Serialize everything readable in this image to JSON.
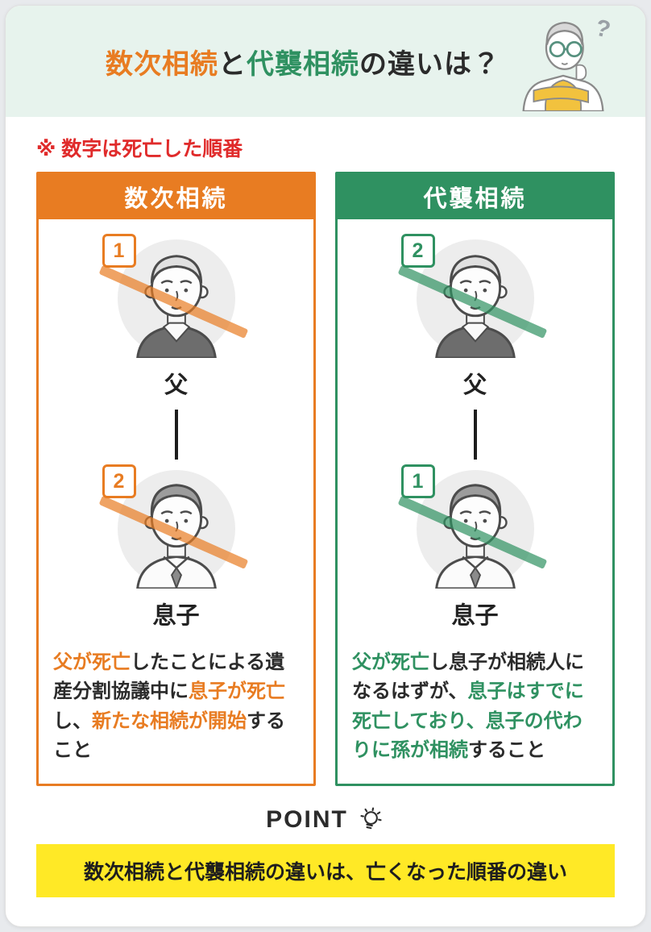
{
  "header": {
    "title_segments": [
      {
        "text": "数次相続",
        "color": "orange"
      },
      {
        "text": "と",
        "color": "dark"
      },
      {
        "text": "代襲相続",
        "color": "green"
      },
      {
        "text": "の違いは？",
        "color": "dark"
      }
    ],
    "question_mark": "?"
  },
  "note": "※ 数字は死亡した順番",
  "columns": [
    {
      "title": "数次相続",
      "theme": "orange",
      "father": {
        "badge": "1",
        "label": "父"
      },
      "son": {
        "badge": "2",
        "label": "息子"
      },
      "description_segments": [
        {
          "text": "父が死亡",
          "color": "accent"
        },
        {
          "text": "したことによる遺産分割協議中に",
          "color": "dark"
        },
        {
          "text": "息子が死亡",
          "color": "accent"
        },
        {
          "text": "し、",
          "color": "dark"
        },
        {
          "text": "新たな相続が開始",
          "color": "accent"
        },
        {
          "text": "すること",
          "color": "dark"
        }
      ]
    },
    {
      "title": "代襲相続",
      "theme": "green",
      "father": {
        "badge": "2",
        "label": "父"
      },
      "son": {
        "badge": "1",
        "label": "息子"
      },
      "description_segments": [
        {
          "text": "父が死亡",
          "color": "accent"
        },
        {
          "text": "し息子が相続人になるはずが、",
          "color": "dark"
        },
        {
          "text": "息子はすでに死亡しており、息子の代わりに孫が相続",
          "color": "accent"
        },
        {
          "text": "すること",
          "color": "dark"
        }
      ]
    }
  ],
  "point": {
    "label": "POINT",
    "banner": "数次相続と代襲相続の違いは、亡くなった順番の違い"
  },
  "icons": {
    "point_icon": "lightbulb-icon",
    "header_illustration": "thinking-man-illustration"
  },
  "colors": {
    "orange": "#e87c22",
    "green": "#2f9161",
    "note_red": "#e02b2b",
    "banner_yellow": "#ffe926",
    "header_bg": "#e7f3ed"
  }
}
